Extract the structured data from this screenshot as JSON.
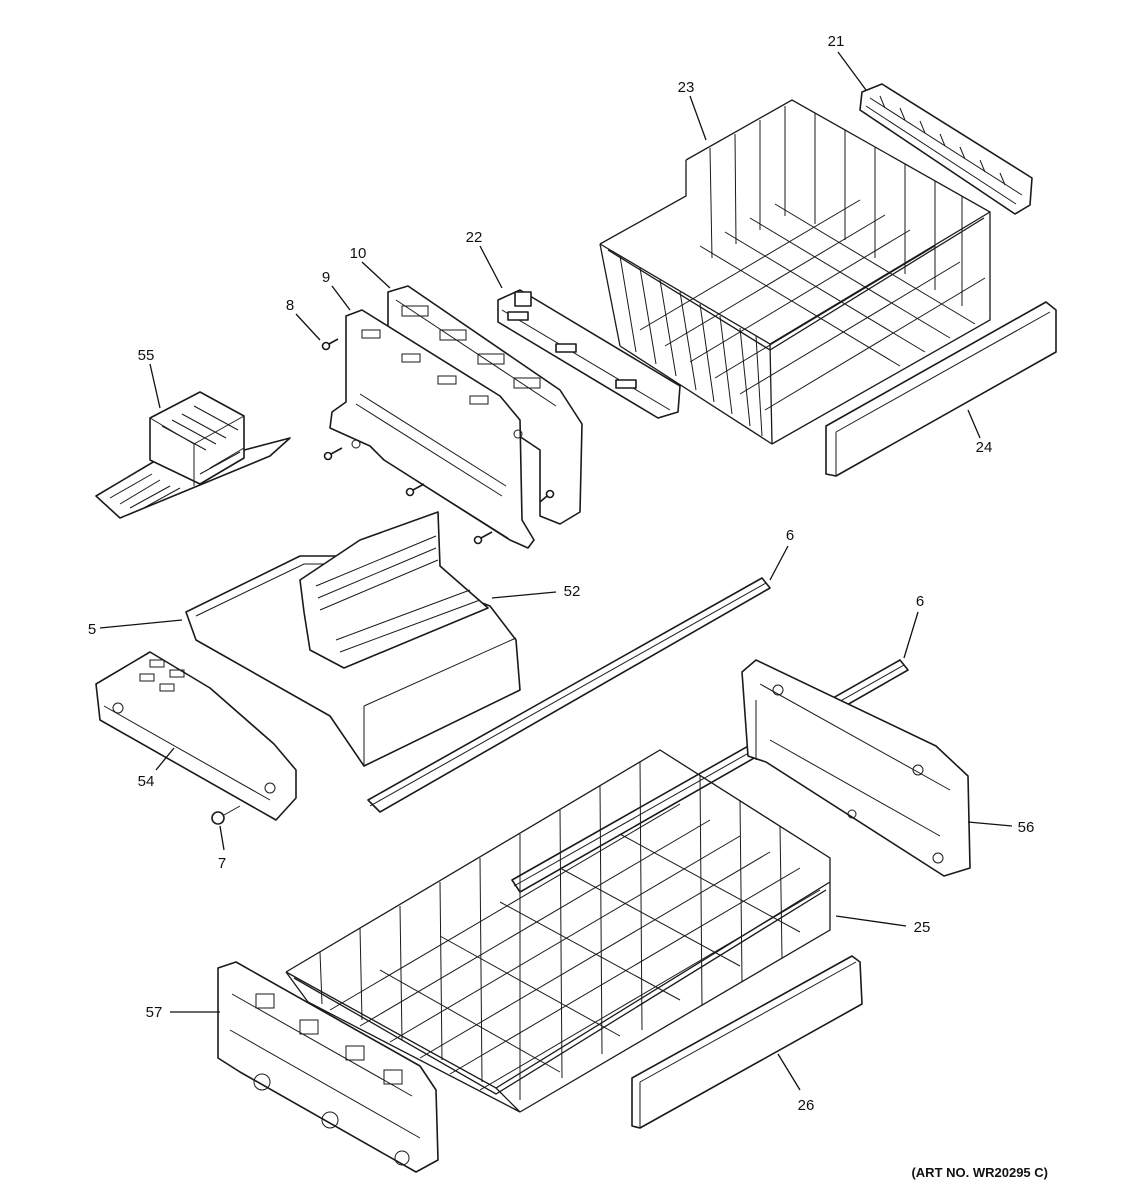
{
  "diagram": {
    "callouts": {
      "c21": "21",
      "c23": "23",
      "c22": "22",
      "c10": "10",
      "c9": "9",
      "c8": "8",
      "c55": "55",
      "c24": "24",
      "c6a": "6",
      "c52": "52",
      "c5": "5",
      "c6b": "6",
      "c54": "54",
      "c7": "7",
      "c56": "56",
      "c25": "25",
      "c57": "57",
      "c26": "26"
    },
    "art_number": "(ART NO. WR20295 C)"
  }
}
